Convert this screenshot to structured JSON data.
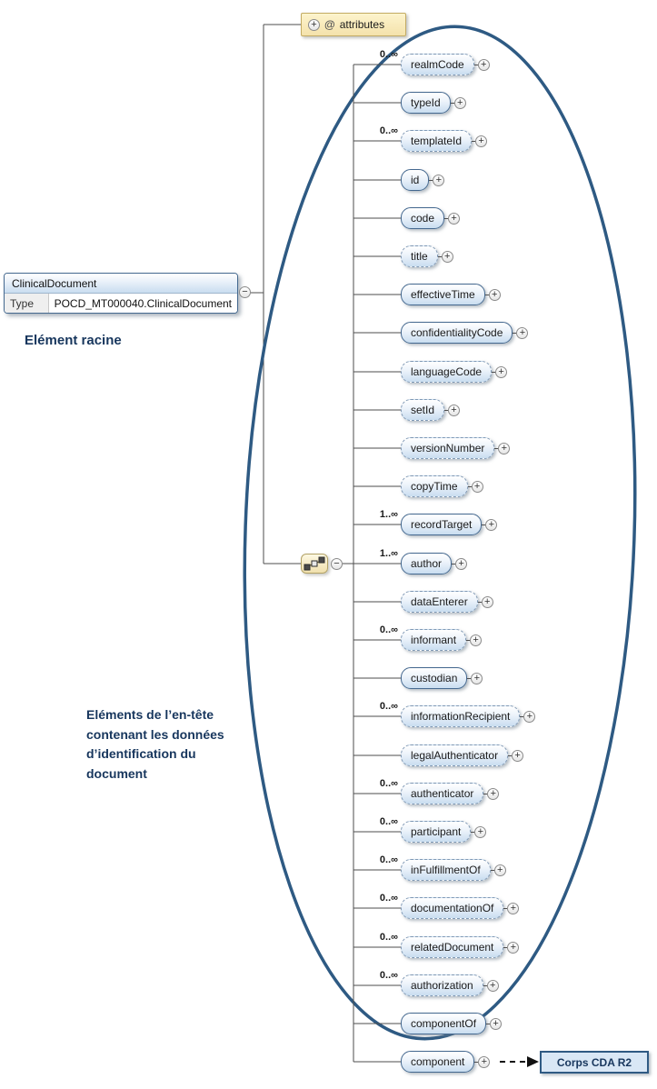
{
  "diagram": {
    "attributes": {
      "at": "@",
      "label": "attributes",
      "expander": "+"
    },
    "root": {
      "title": "ClinicalDocument",
      "type_label": "Type",
      "type_value": "POCD_MT000040.ClinicalDocument",
      "collapser": "−"
    },
    "captions": {
      "root": "Elément racine",
      "header": "Eléments de l’en-tête contenant les données d’identification du document"
    },
    "body_box": {
      "label": "Corps CDA R2"
    },
    "sequence_collapser": "−",
    "expander_glyph": "+",
    "colors": {
      "ellipse": "#2e5a83",
      "caption": "#17365d",
      "wire": "#4d4d4d"
    },
    "elements": [
      {
        "name": "realmCode",
        "cardinality": "0..∞",
        "required": false
      },
      {
        "name": "typeId",
        "cardinality": "",
        "required": true
      },
      {
        "name": "templateId",
        "cardinality": "0..∞",
        "required": false
      },
      {
        "name": "id",
        "cardinality": "",
        "required": true
      },
      {
        "name": "code",
        "cardinality": "",
        "required": true
      },
      {
        "name": "title",
        "cardinality": "",
        "required": false
      },
      {
        "name": "effectiveTime",
        "cardinality": "",
        "required": true
      },
      {
        "name": "confidentialityCode",
        "cardinality": "",
        "required": true
      },
      {
        "name": "languageCode",
        "cardinality": "",
        "required": false
      },
      {
        "name": "setId",
        "cardinality": "",
        "required": false
      },
      {
        "name": "versionNumber",
        "cardinality": "",
        "required": false
      },
      {
        "name": "copyTime",
        "cardinality": "",
        "required": false
      },
      {
        "name": "recordTarget",
        "cardinality": "1..∞",
        "required": true
      },
      {
        "name": "author",
        "cardinality": "1..∞",
        "required": true
      },
      {
        "name": "dataEnterer",
        "cardinality": "",
        "required": false
      },
      {
        "name": "informant",
        "cardinality": "0..∞",
        "required": false
      },
      {
        "name": "custodian",
        "cardinality": "",
        "required": true
      },
      {
        "name": "informationRecipient",
        "cardinality": "0..∞",
        "required": false
      },
      {
        "name": "legalAuthenticator",
        "cardinality": "",
        "required": false
      },
      {
        "name": "authenticator",
        "cardinality": "0..∞",
        "required": false
      },
      {
        "name": "participant",
        "cardinality": "0..∞",
        "required": false
      },
      {
        "name": "inFulfillmentOf",
        "cardinality": "0..∞",
        "required": false
      },
      {
        "name": "documentationOf",
        "cardinality": "0..∞",
        "required": false
      },
      {
        "name": "relatedDocument",
        "cardinality": "0..∞",
        "required": false
      },
      {
        "name": "authorization",
        "cardinality": "0..∞",
        "required": false
      },
      {
        "name": "componentOf",
        "cardinality": "",
        "required": true
      },
      {
        "name": "component",
        "cardinality": "",
        "required": true
      }
    ]
  }
}
